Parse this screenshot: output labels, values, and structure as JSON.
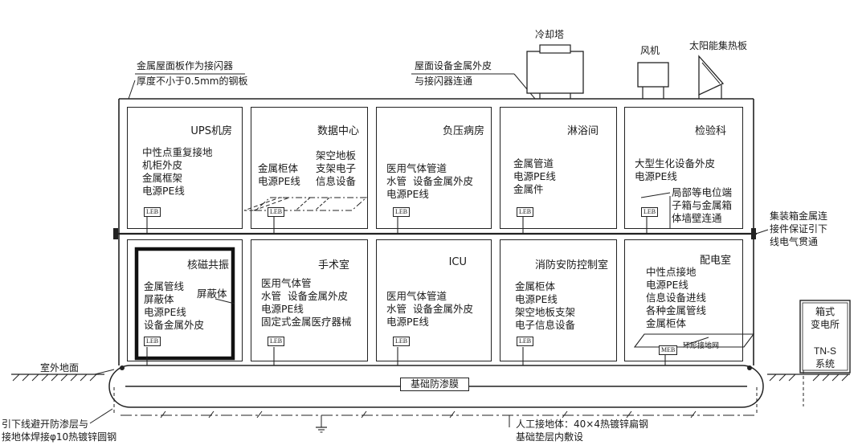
{
  "roof_note": {
    "line1": "金属屋面板作为接闪器",
    "line2": "厚度不小于0.5mm的钢板"
  },
  "roof_equipment_note": {
    "line1": "屋面设备金属外皮",
    "line2": "与接闪器连通"
  },
  "equipment": {
    "cooling_tower": "冷却塔",
    "fan": "风机",
    "solar_collector": "太阳能集热板"
  },
  "upper_rooms": [
    {
      "title": "UPS机房",
      "items": "中性点重复接地\n机柜外皮\n金属框架\n电源PE线",
      "leb": "LEB"
    },
    {
      "title": "数据中心",
      "items_left": "金属柜体\n电源PE线",
      "items_right": "架空地板\n支架电子\n信息设备",
      "leb": "LEB"
    },
    {
      "title": "负压病房",
      "items": "医用气体管道\n水管  设备金属外皮\n电源PE线",
      "leb": "LEB"
    },
    {
      "title": "淋浴间",
      "items": "金属管道\n电源PE线\n金属件",
      "leb": "LEB"
    },
    {
      "title": "检验科",
      "items": "大型生化设备外皮\n电源PE线",
      "leb": "LEB",
      "callout": "局部等电位端\n子箱与金属箱\n体墙壁连通"
    }
  ],
  "lower_rooms": [
    {
      "title": "核磁共振",
      "items": "金属管线\n屏蔽体\n电源PE线\n设备金属外皮",
      "leb": "LEB",
      "shield_label": "屏蔽体"
    },
    {
      "title": "手术室",
      "items": "医用气体管\n水管  设备金属外皮\n电源PE线\n固定式金属医疗器械",
      "leb": "LEB"
    },
    {
      "title": "ICU",
      "items": "医用气体管道\n水管  设备金属外皮\n电源PE线",
      "leb": "LEB"
    },
    {
      "title": "消防安防控制室",
      "items": "金属柜体\n电源PE线\n架空地板支架\n电子信息设备",
      "leb": "LEB"
    },
    {
      "title": "配电室",
      "items": "中性点接地\n电源PE线\n信息设备进线\n各种金属管线\n金属柜体",
      "meb": "MEB",
      "ring_label": "环形接地网"
    }
  ],
  "container_note": "集装箱金属连\n接件保证引下\n线电气贯通",
  "substation": {
    "line1": "箱式",
    "line2": "变电所",
    "line3": "TN-S",
    "line4": "系统"
  },
  "outdoor_ground": "室外地面",
  "foundation_membrane": "基础防渗膜",
  "downconductor_note": {
    "line1": "引下线避开防渗层与",
    "line2": "接地体焊接φ10热镀锌圆钢"
  },
  "earth_electrode_note": {
    "line1": "人工接地体：40×4热镀锌扁钢",
    "line2": "基础垫层内敷设"
  },
  "colors": {
    "line": "#222222",
    "background": "#ffffff"
  }
}
